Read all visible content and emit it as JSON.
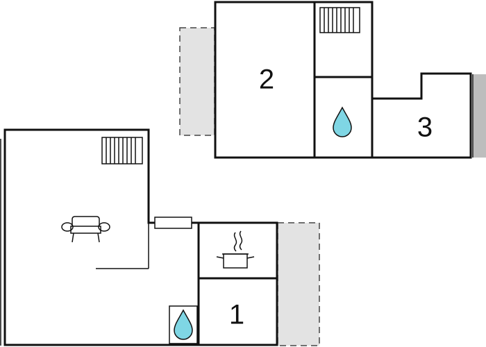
{
  "rooms": [
    {
      "id": "room-1",
      "label": "1"
    },
    {
      "id": "room-2",
      "label": "2"
    },
    {
      "id": "room-3",
      "label": "3"
    }
  ],
  "icons": [
    "radiator-icon",
    "water-drop-icon",
    "sofa-icon",
    "cooking-pot-icon",
    "door-icon"
  ],
  "colors": {
    "wall": "#111111",
    "terrace_fill": "#e3e3e3",
    "terrace_solid": "#bdbdbd",
    "background": "#ffffff"
  }
}
